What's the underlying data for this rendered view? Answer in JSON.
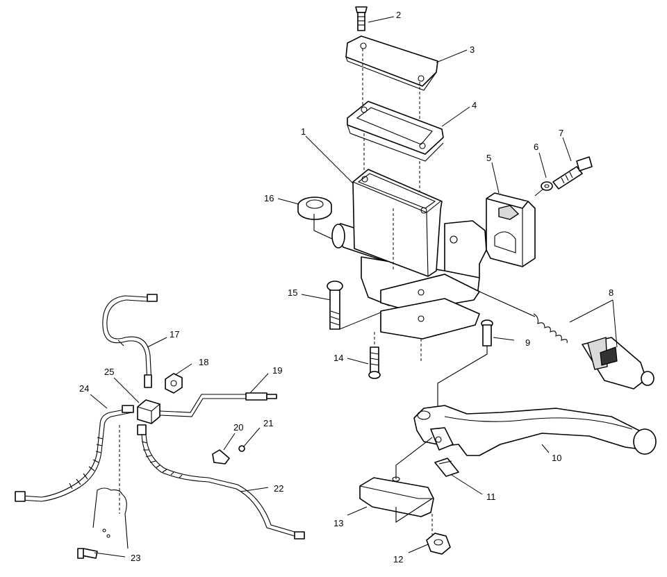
{
  "callouts": [
    {
      "num": "1"
    },
    {
      "num": "2"
    },
    {
      "num": "3"
    },
    {
      "num": "4"
    },
    {
      "num": "5"
    },
    {
      "num": "6"
    },
    {
      "num": "7"
    },
    {
      "num": "8"
    },
    {
      "num": "9"
    },
    {
      "num": "10"
    },
    {
      "num": "11"
    },
    {
      "num": "12"
    },
    {
      "num": "13"
    },
    {
      "num": "14"
    },
    {
      "num": "15"
    },
    {
      "num": "16"
    },
    {
      "num": "17"
    },
    {
      "num": "18"
    },
    {
      "num": "19"
    },
    {
      "num": "20"
    },
    {
      "num": "21"
    },
    {
      "num": "22"
    },
    {
      "num": "23"
    },
    {
      "num": "24"
    },
    {
      "num": "25"
    }
  ]
}
